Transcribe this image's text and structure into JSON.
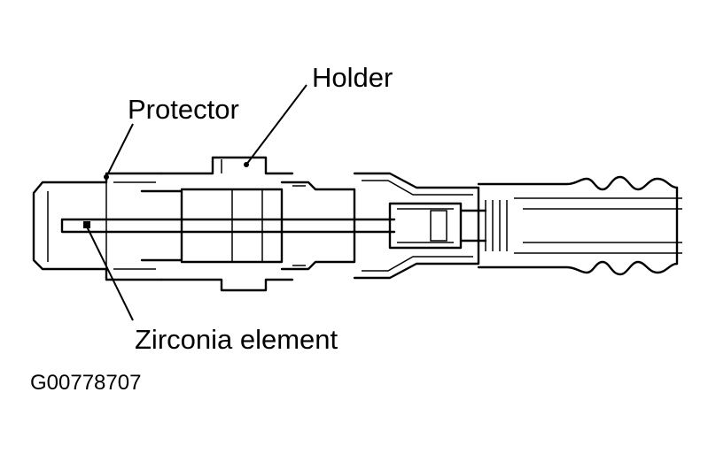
{
  "labels": {
    "holder": "Holder",
    "protector": "Protector",
    "zirconia": "Zirconia element"
  },
  "figure_id": "G00778707",
  "colors": {
    "ink": "#000000",
    "paper": "#ffffff"
  }
}
